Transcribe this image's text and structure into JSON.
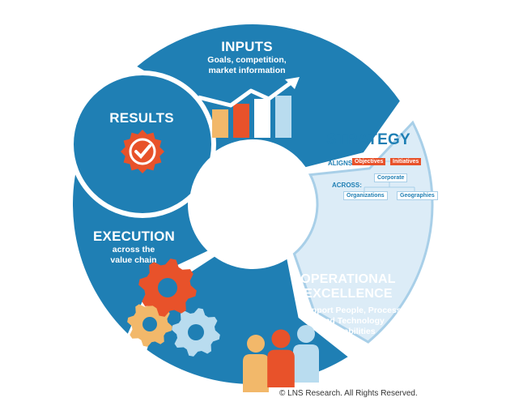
{
  "inputs": {
    "title": "INPUTS",
    "subtitle_line1": "Goals, competition,",
    "subtitle_line2": "market information"
  },
  "strategy": {
    "title": "STRATEGY",
    "aligns_label": "ALIGNS:",
    "aligns_items": [
      "Objectives",
      "Initiatives"
    ],
    "across_label": "ACROSS:",
    "across_top": "Corporate",
    "across_items": [
      "Organizations",
      "Geographies"
    ]
  },
  "operational": {
    "title_line1": "OPERATIONAL",
    "title_line2": "EXCELLENCE",
    "subtitle_line1": "Support People, Process,",
    "subtitle_line2": "and Technology",
    "subtitle_line3": "capabilities"
  },
  "execution": {
    "title": "EXECUTION",
    "subtitle_line1": "across the",
    "subtitle_line2": "value chain"
  },
  "results": {
    "title": "RESULTS"
  },
  "copyright": "© LNS Research. All Rights Reserved.",
  "colors": {
    "dark_blue": "#1f7fb4",
    "light_blue": "#dcecf7",
    "orange": "#e8522a",
    "yellow": "#f2b86a",
    "pale_blue": "#b9dcef"
  }
}
